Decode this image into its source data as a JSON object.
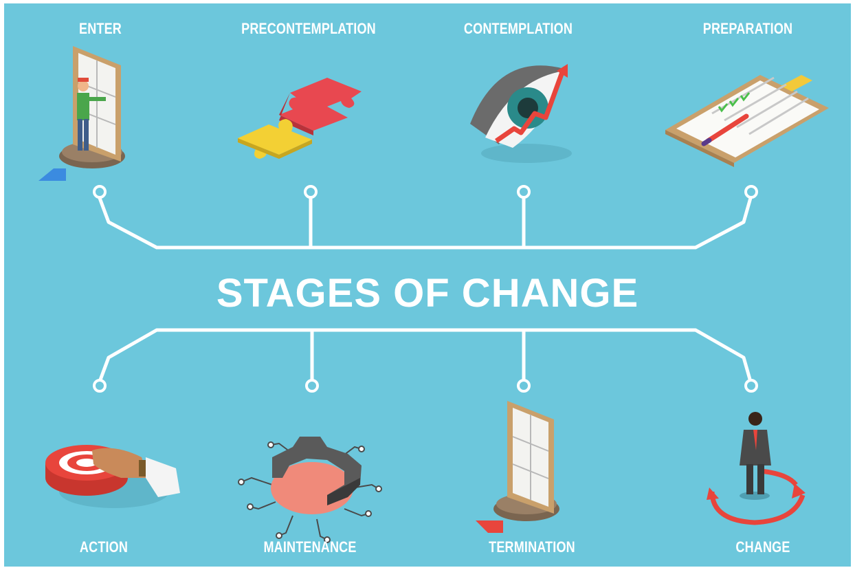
{
  "title": "STAGES OF CHANGE",
  "stages_top": [
    {
      "label": "ENTER",
      "icon": "person-at-door-icon"
    },
    {
      "label": "PRECONTEMPLATION",
      "icon": "puzzle-pieces-icon"
    },
    {
      "label": "CONTEMPLATION",
      "icon": "eye-with-arrow-icon"
    },
    {
      "label": "PREPARATION",
      "icon": "checklist-clipboard-icon"
    }
  ],
  "stages_bottom": [
    {
      "label": "ACTION",
      "icon": "hand-pressing-target-icon"
    },
    {
      "label": "MAINTENANCE",
      "icon": "gear-circuit-icon"
    },
    {
      "label": "TERMINATION",
      "icon": "door-exit-icon"
    },
    {
      "label": "CHANGE",
      "icon": "businessman-circular-arrows-icon"
    }
  ],
  "colors": {
    "background": "#6cc7dc",
    "lines": "#ffffff",
    "accent_red": "#e8453c",
    "accent_yellow": "#f3d034"
  }
}
